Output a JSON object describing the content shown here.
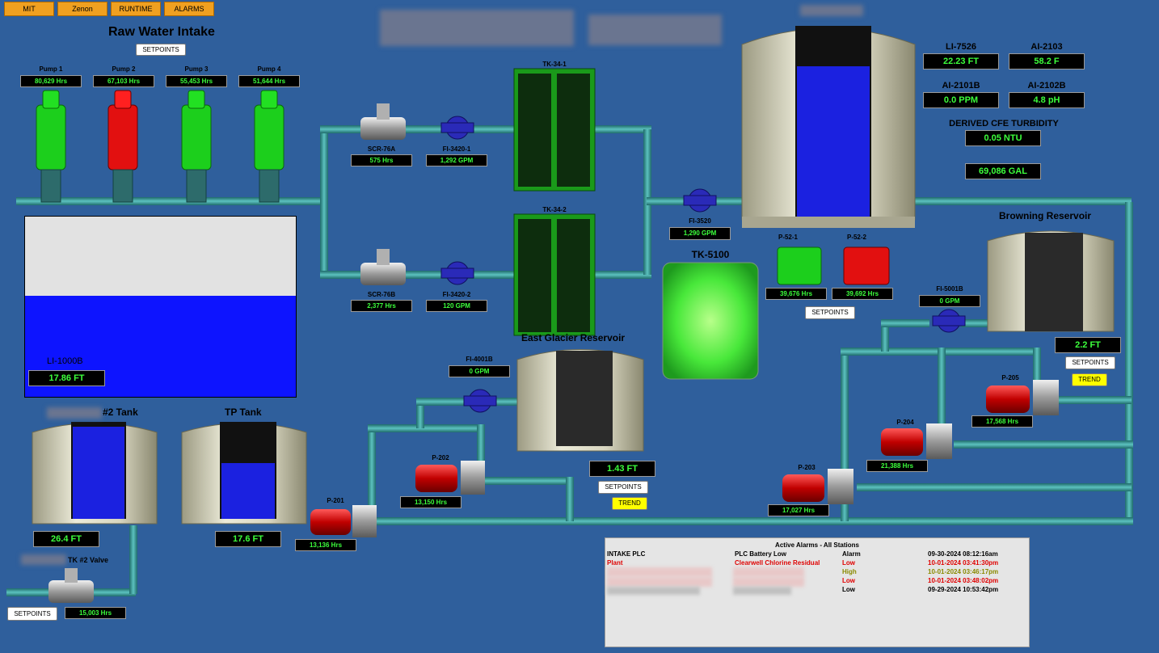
{
  "nav": {
    "mit": "MIT",
    "zenon": "Zenon",
    "runtime": "RUNTIME",
    "alarms": "ALARMS"
  },
  "intake": {
    "title": "Raw Water Intake",
    "setpoints_label": "SETPOINTS",
    "pumps": [
      {
        "name": "Pump 1",
        "hours": "80,629 Hrs",
        "status_color": "#1ccf1c"
      },
      {
        "name": "Pump 2",
        "hours": "67,103 Hrs",
        "status_color": "#e21010"
      },
      {
        "name": "Pump 3",
        "hours": "55,453 Hrs",
        "status_color": "#1ccf1c"
      },
      {
        "name": "Pump 4",
        "hours": "51,644 Hrs",
        "status_color": "#1ccf1c"
      }
    ],
    "wet_well": {
      "tag": "LI-1000B",
      "value": "17.86 FT",
      "level_fraction": 0.56
    }
  },
  "screens": [
    {
      "tag": "SCR-76A",
      "hours": "575 Hrs"
    },
    {
      "tag": "SCR-76B",
      "hours": "2,377 Hrs"
    }
  ],
  "flow_meters": {
    "fi3420_1": {
      "tag": "FI-3420-1",
      "value": "1,292 GPM"
    },
    "fi3420_2": {
      "tag": "FI-3420-2",
      "value": "120 GPM"
    },
    "fi3520": {
      "tag": "FI-3520",
      "value": "1,290 GPM"
    },
    "fi4001b": {
      "tag": "FI-4001B",
      "value": "0 GPM"
    },
    "fi5001b": {
      "tag": "FI-5001B",
      "value": "0 GPM"
    }
  },
  "filters": {
    "tk34_1": "TK-34-1",
    "tk34_2": "TK-34-2"
  },
  "clearwell": {
    "level_fraction": 0.85,
    "readings": [
      {
        "tag": "LI-7526",
        "value": "22.23 FT"
      },
      {
        "tag": "AI-2103",
        "value": "58.2 F"
      },
      {
        "tag": "AI-2101B",
        "value": "0.0 PPM"
      },
      {
        "tag": "AI-2102B",
        "value": "4.8 pH"
      }
    ],
    "turbidity_label": "DERIVED CFE TURBIDITY",
    "turbidity_value": "0.05 NTU",
    "gallons": "69,086 GAL"
  },
  "chem_pumps": [
    {
      "tag": "P-52-1",
      "hours": "39,676 Hrs",
      "color": "#1ccf1c"
    },
    {
      "tag": "P-52-2",
      "hours": "39,692 Hrs",
      "color": "#e21010"
    }
  ],
  "chem_setpoints": "SETPOINTS",
  "tk5100": {
    "tag": "TK-5100"
  },
  "browning": {
    "title": "Browning Reservoir",
    "value": "2.2 FT",
    "setpoints": "SETPOINTS",
    "trend": "TREND"
  },
  "east_glacier": {
    "title": "East Glacier Reservoir",
    "value": "1.43 FT",
    "setpoints": "SETPOINTS",
    "trend": "TREND"
  },
  "tank2": {
    "title": "#2 Tank",
    "value": "26.4 FT",
    "level_fraction": 0.95
  },
  "tp_tank": {
    "title": "TP Tank",
    "value": "17.6 FT",
    "level_fraction": 0.6
  },
  "valve": {
    "title": "TK #2 Valve",
    "hours": "15,003 Hrs",
    "setpoints": "SETPOINTS"
  },
  "booster_pumps": [
    {
      "tag": "P-201",
      "hours": "13,136 Hrs"
    },
    {
      "tag": "P-202",
      "hours": "13,150 Hrs"
    },
    {
      "tag": "P-203",
      "hours": "17,027 Hrs"
    },
    {
      "tag": "P-204",
      "hours": "21,388 Hrs"
    },
    {
      "tag": "P-205",
      "hours": "17,568 Hrs"
    }
  ],
  "alarms": {
    "title": "Active Alarms - All Stations",
    "rows": [
      {
        "station": "INTAKE PLC",
        "desc": "PLC Battery Low",
        "status": "Alarm",
        "time": "09-30-2024 08:12:16am",
        "color": "#000000"
      },
      {
        "station": "Plant",
        "desc": "Clearwell Chlorine Residual",
        "status": "Low",
        "time": "10-01-2024 03:41:30pm",
        "color": "#e00000"
      },
      {
        "station": "",
        "desc": "",
        "status": "High",
        "time": "10-01-2024 03:46:17pm",
        "color": "#8a8a00"
      },
      {
        "station": "",
        "desc": "",
        "status": "Low",
        "time": "10-01-2024 03:48:02pm",
        "color": "#e00000"
      },
      {
        "station": "",
        "desc": "",
        "status": "Low",
        "time": "09-29-2024 10:53:42pm",
        "color": "#000000"
      }
    ]
  },
  "colors": {
    "background": "#2f5f9c",
    "pipe": "#2f8a8a",
    "display_text": "#3cff3c",
    "water": "#1b21e0"
  }
}
